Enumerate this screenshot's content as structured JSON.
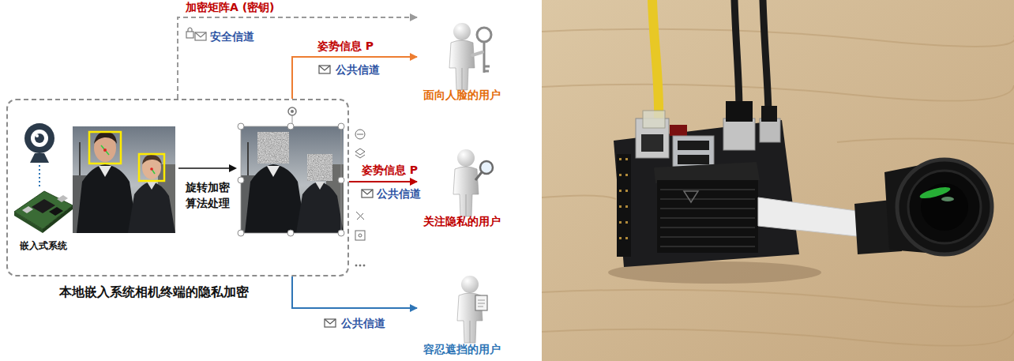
{
  "diagram": {
    "nodes": [
      {
        "text": [
          "本地嵌入系统相机终端的隐私加密"
        ]
      },
      {
        "text": [
          "嵌入式系统"
        ],
        "in": 0
      },
      {
        "text": [
          "旋转加密 算法处理"
        ],
        "in": 0
      },
      {
        "text": [
          "面向人脸的用户"
        ]
      },
      {
        "text": [
          "关注隐私的用户"
        ]
      },
      {
        "text": [
          "容忍遮挡的用户"
        ]
      }
    ],
    "edges": [
      {
        "from": 0,
        "to": 3,
        "arrow": "to",
        "label": "加密矩阵A (密钥)"
      },
      {
        "from": 0,
        "to": 3,
        "arrow": "to",
        "label": "姿势信息 P"
      },
      {
        "from": 0,
        "to": 4,
        "arrow": "to",
        "label": "姿势信息 P"
      },
      {
        "from": 0,
        "to": 5,
        "arrow": "to"
      }
    ],
    "labels": [
      "安全信道",
      "公共信道",
      "公共信道",
      "公共信道"
    ]
  }
}
